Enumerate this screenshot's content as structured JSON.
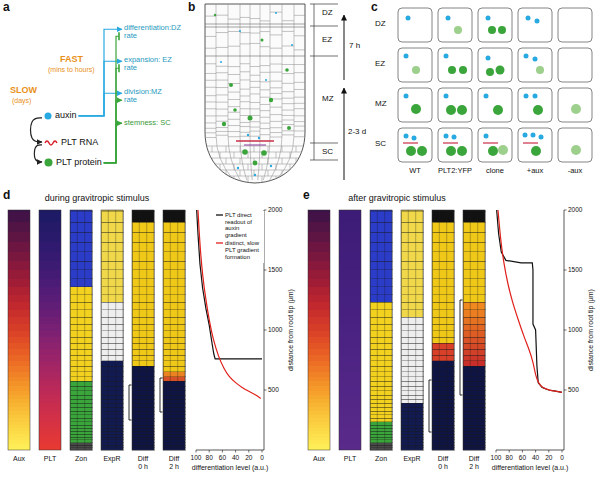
{
  "diagram": {
    "nodes": [
      {
        "text": [
          "differentiation:DZ rate"
        ]
      },
      {
        "text": [
          "expansion: EZ rate"
        ]
      },
      {
        "text": [
          "division:MZ rate"
        ]
      },
      {
        "text": [
          "auxin"
        ]
      },
      {
        "text": [
          "stemness: SC"
        ]
      },
      {
        "text": [
          "PLT RNA"
        ]
      },
      {
        "text": [
          "PLT protein"
        ]
      }
    ],
    "edges": [
      {
        "from": 3,
        "to": 0,
        "arrow": "to"
      },
      {
        "from": 3,
        "to": 1,
        "arrow": "to"
      },
      {
        "from": 3,
        "to": 2,
        "arrow": "to"
      },
      {
        "from": 6,
        "to": 4,
        "arrow": "to"
      },
      {
        "from": 6,
        "to": 2,
        "arrow": "to"
      },
      {
        "from": 6,
        "to": 1,
        "arrow": "to"
      },
      {
        "from": 6,
        "to": 0,
        "arrow": "to"
      },
      {
        "from": 3,
        "to": 5,
        "arrow": "to"
      },
      {
        "from": 5,
        "to": 6,
        "arrow": "to"
      }
    ],
    "labels": [
      "a",
      "FAST",
      "(mins to hours)",
      "SLOW",
      "(days)",
      "b",
      "DZ",
      "EZ",
      "MZ",
      "SC",
      "7 h",
      "2-3 d",
      "c",
      "DZ",
      "EZ",
      "MZ",
      "SC",
      "WT",
      "PLT2:YFP",
      "clone",
      "+aux",
      "-aux",
      "d",
      "during gravitropic stimulus",
      "Aux",
      "PLT",
      "Zon",
      "ExpR",
      "Diff 0 h",
      "Diff 2 h",
      "2000",
      "1500",
      "1000",
      "500",
      "100",
      "80",
      "60",
      "40",
      "20",
      "0",
      "differentiation level (a.u.)",
      "distance from root tip (µm)",
      "e",
      "after gravitropic stimulus",
      "Aux",
      "PLT",
      "Zon",
      "ExpR",
      "Diff 0 h",
      "Diff 2 h",
      "2000",
      "1500",
      "1000",
      "500",
      "100",
      "80",
      "60",
      "40",
      "20",
      "0",
      "differentiation level (a.u.)",
      "distance from root tip (µm)"
    ],
    "legend": [
      {
        "text": "PLT direct readout of auxin gradient"
      },
      {
        "text": "distinct, slow PLT gradient formation"
      }
    ]
  }
}
